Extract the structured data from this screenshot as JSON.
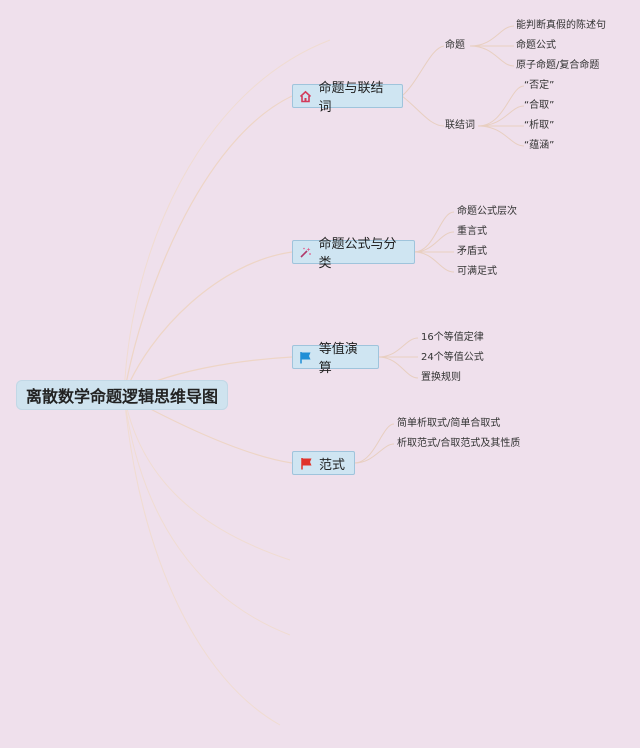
{
  "root": {
    "label": "离散数学命题逻辑思维导图"
  },
  "branches": [
    {
      "label": "命题与联结词",
      "icon": "home-icon",
      "groups": [
        {
          "label": "命题",
          "items": [
            "能判断真假的陈述句",
            "命题公式",
            "原子命题/复合命题"
          ]
        },
        {
          "label": "联结词",
          "items": [
            "“否定”",
            "“合取”",
            "“析取”",
            "“蕴涵”"
          ]
        }
      ]
    },
    {
      "label": "命题公式与分类",
      "icon": "magic-wand-icon",
      "items": [
        "命题公式层次",
        "重言式",
        "矛盾式",
        "可满足式"
      ]
    },
    {
      "label": "等值演算",
      "icon": "blue-flag-icon",
      "items": [
        "16个等值定律",
        "24个等值公式",
        "置换规则"
      ]
    },
    {
      "label": "范式",
      "icon": "red-flag-icon",
      "items": [
        "简单析取式/简单合取式",
        "析取范式/合取范式及其性质"
      ]
    }
  ],
  "colors": {
    "background": "#efe0ec",
    "node_fill": "#cfe5f2",
    "node_border": "#9fc4dc",
    "connector": "#e8cfc0",
    "blue_flag": "#1f8fd6",
    "red_flag": "#e0322a",
    "home_icon": "#d33a5a"
  }
}
